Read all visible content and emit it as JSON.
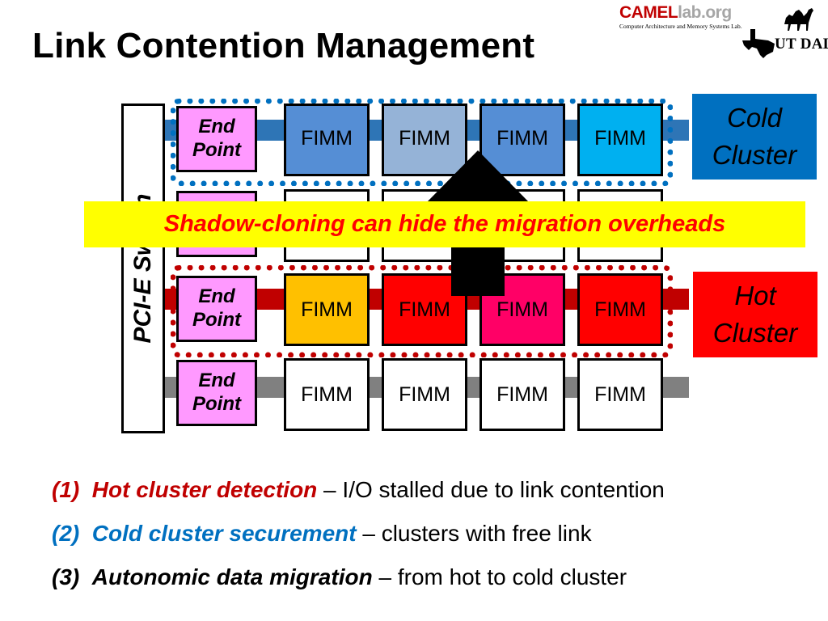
{
  "title": "Link Contention Management",
  "logo": {
    "camel_part1": "CAMEL",
    "camel_part2": "lab.org",
    "subtitle": "Computer Architecture and Memory Systems Lab.",
    "ut_dallas": "UT DALLAS"
  },
  "switch_label": "PCI-E Switch",
  "endpoint_label": "End Point",
  "module_label": "FIMM",
  "rows": [
    {
      "link_color": "#2e75b6",
      "fimm_colors": [
        "#558ed5",
        "#95b3d7",
        "#558ed5",
        "#00b0f0"
      ]
    },
    {
      "link_color": "#2e75b6",
      "fimm_colors": [
        "#ffffff",
        "#ffffff",
        "#ffffff",
        "#ffffff"
      ]
    },
    {
      "link_color": "#c00000",
      "fimm_colors": [
        "#ffc000",
        "#ff0000",
        "#ff0066",
        "#ff0000"
      ]
    },
    {
      "link_color": "#808080",
      "fimm_colors": [
        "#ffffff",
        "#ffffff",
        "#ffffff",
        "#ffffff"
      ]
    }
  ],
  "cold_cluster": {
    "line1": "Cold",
    "line2": "Cluster",
    "fill": "#0070c0",
    "border": "#0070c0"
  },
  "hot_cluster": {
    "line1": "Hot",
    "line2": "Cluster",
    "fill": "#ff0000",
    "border": "#c00000"
  },
  "banner": "Shadow-cloning can hide the migration overheads",
  "bullets": [
    {
      "number": "(1)",
      "term": "Hot cluster detection",
      "rest": " – I/O stalled due to link contention",
      "color": "#c00000"
    },
    {
      "number": "(2)",
      "term": "Cold cluster securement",
      "rest": " – clusters with free link",
      "color": "#0070c0"
    },
    {
      "number": "(3)",
      "term": "Autonomic data migration",
      "rest": " – from hot to cold cluster",
      "color": "#000000"
    }
  ]
}
